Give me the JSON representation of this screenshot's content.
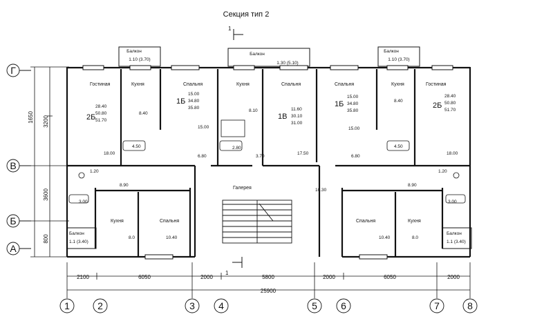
{
  "title": "Секция тип 2",
  "section_mark": "1",
  "axes_horizontal": [
    "1",
    "2",
    "3",
    "4",
    "5",
    "6",
    "7",
    "8"
  ],
  "axes_vertical": [
    "Г",
    "В",
    "Б",
    "А"
  ],
  "dims_top": [
    "2100",
    "6050",
    "2000",
    "5800",
    "2000",
    "6050",
    "2000"
  ],
  "dim_total": "25900",
  "dims_left": [
    "1650",
    "3200",
    "3600",
    "800"
  ],
  "balconies_top": [
    {
      "label": "Балкон",
      "area": "1.10 (3.70)"
    },
    {
      "label": "Балкон",
      "area": "1.30 (5.10)"
    },
    {
      "label": "Балкон",
      "area": "1.10 (3.70)"
    }
  ],
  "balconies_bottom": [
    {
      "label": "Балкон",
      "area": "1.1 (3.40)"
    },
    {
      "label": "Балкон",
      "area": "1.1 (3.40)"
    }
  ],
  "apartments": [
    {
      "type": "2Б",
      "areas": [
        "28.40",
        "50.80",
        "51.70"
      ]
    },
    {
      "type": "1Б",
      "areas": [
        "15.00",
        "34.80",
        "35.80"
      ]
    },
    {
      "type": "1В",
      "areas": [
        "11.60",
        "30.10",
        "31.00"
      ]
    },
    {
      "type": "1Б",
      "areas": [
        "15.00",
        "34.80",
        "35.80"
      ]
    },
    {
      "type": "2Б",
      "areas": [
        "28.40",
        "50.80",
        "51.70"
      ]
    }
  ],
  "rooms": {
    "gostinaya": "Гостиная",
    "kuhnya": "Кухня",
    "spalnya": "Спальня",
    "galereya": "Галерея"
  },
  "room_areas": {
    "g1": "18.00",
    "k1": "8.40",
    "s1": "15.00",
    "c1": "4.50",
    "h1": "6.80",
    "k2": "8.10",
    "s2": "17.50",
    "c2": "2.80",
    "h2": "3.70",
    "s3": "15.00",
    "k3": "8.40",
    "c3": "4.50",
    "h3": "6.80",
    "g2": "18.00",
    "wc_l": "1.20",
    "wc_r": "1.20",
    "hall_l": "8.90",
    "hall_r": "8.90",
    "bath_l": "3.00",
    "bath_r": "3.00",
    "k4": "8.0",
    "s4": "10.40",
    "k5": "8.0",
    "s5": "10.40",
    "gal": "10.30"
  }
}
